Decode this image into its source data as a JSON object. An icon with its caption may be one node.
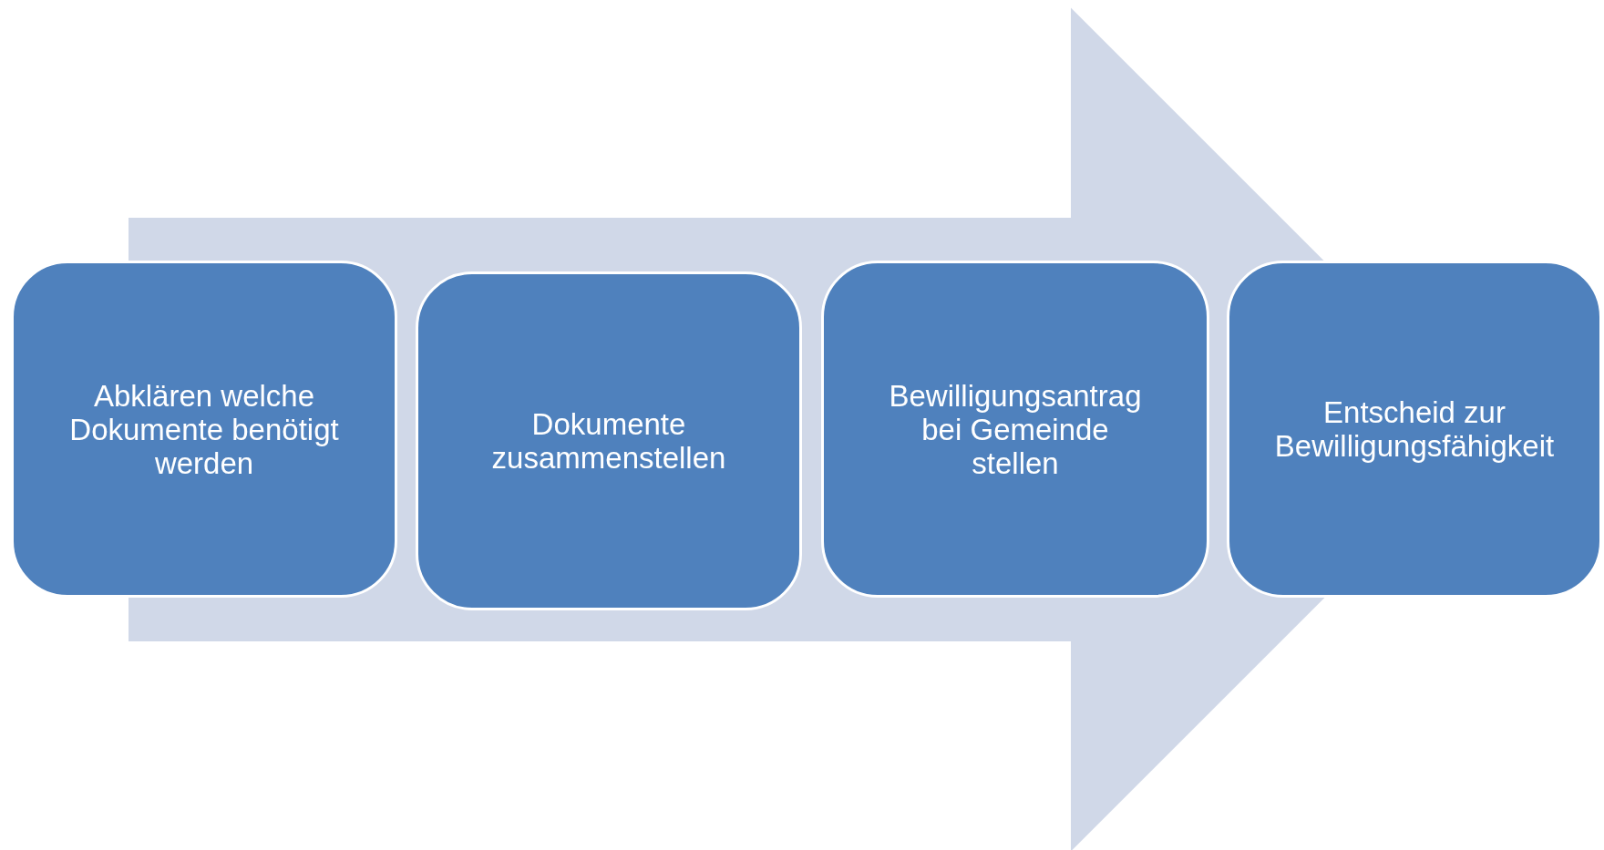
{
  "diagram": {
    "nodes": [
      {
        "text": [
          "Abklären welche Dokumente benötigt werden"
        ]
      },
      {
        "text": [
          "Dokumente zusammenstellen"
        ]
      },
      {
        "text": [
          "Bewilligungsantrag bei Gemeinde stellen"
        ]
      },
      {
        "text": [
          "Entscheid zur Bewilligungsfähigkeit"
        ]
      }
    ],
    "edges": [
      {
        "from": 0,
        "to": 3,
        "arrow": "to"
      }
    ]
  }
}
